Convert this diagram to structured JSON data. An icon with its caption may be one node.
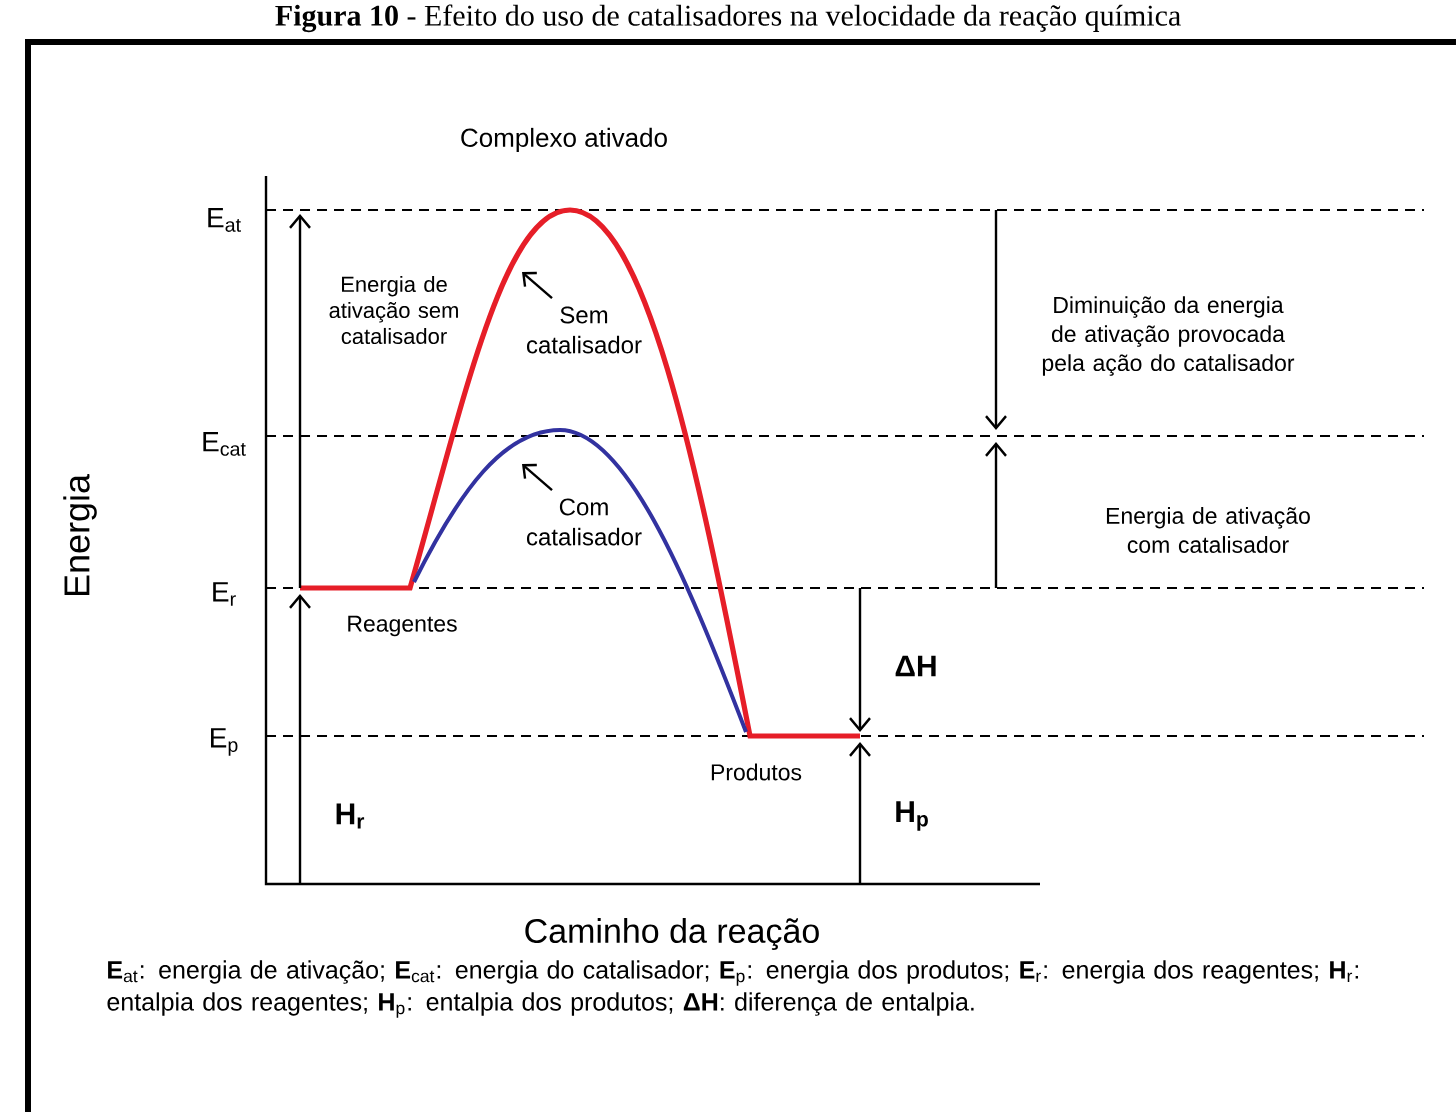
{
  "diagram": {
    "title": "**Figura 10** - Efeito do uso de catalisadores na velocidade da reação química",
    "nodes": [
      {
        "text": [
          "Sem catalisador"
        ]
      },
      {
        "text": [
          "Com catalisador"
        ]
      }
    ],
    "edges": [
      {
        "from": 0,
        "to": null,
        "arrow": "to"
      },
      {
        "from": 1,
        "to": null,
        "arrow": "to"
      }
    ],
    "labels": [
      "Complexo ativado",
      "E$_{at}$",
      "E$_{cat}$",
      "E$_{r}$",
      "E$_{p}$",
      "Energia",
      "Energia de ativação sem catalisador",
      "Diminuição da energia de ativação provocada pela ação do catalisador",
      "Energia de ativação com catalisador",
      "Reagentes",
      "ΔH",
      "Produtos",
      "H$_{r}$",
      "H$_{p}$",
      "Caminho da reação"
    ],
    "caption": "**E**$_{at}$: energia de ativação; **E**$_{cat}$: energia do catalisador; **E**$_{p}$: energia dos produtos; **E**$_{r}$: energia dos reagentes; **H**$_{r}$: entalpia dos reagentes; **H**$_{p}$: entalpia dos produtos; **ΔH**: diferença de entalpia."
  }
}
